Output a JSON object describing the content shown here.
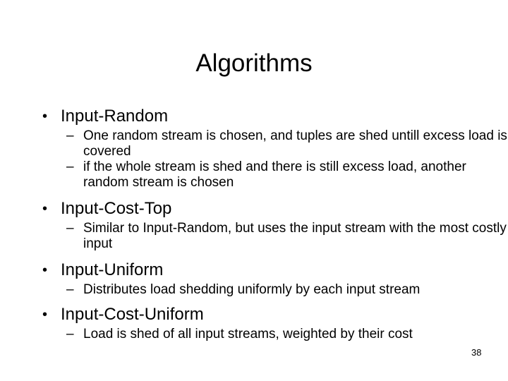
{
  "slide": {
    "title": "Algorithms",
    "slide_number": "38",
    "background_color": "#ffffff",
    "text_color": "#000000",
    "bullet_marker": "•",
    "sub_bullet_marker": "–",
    "groups": [
      {
        "heading": "Input-Random",
        "items": [
          "One random stream is chosen, and tuples are shed untill excess load is covered",
          "if the whole stream is shed and there is still excess load, another random stream is chosen"
        ]
      },
      {
        "heading": "Input-Cost-Top",
        "items": [
          "Similar to Input-Random, but uses the input stream with the most costly input"
        ]
      },
      {
        "heading": "Input-Uniform",
        "items": [
          "Distributes load shedding uniformly by each input stream"
        ]
      },
      {
        "heading": "Input-Cost-Uniform",
        "items": [
          "Load is shed of all input streams, weighted by their cost"
        ]
      }
    ]
  }
}
